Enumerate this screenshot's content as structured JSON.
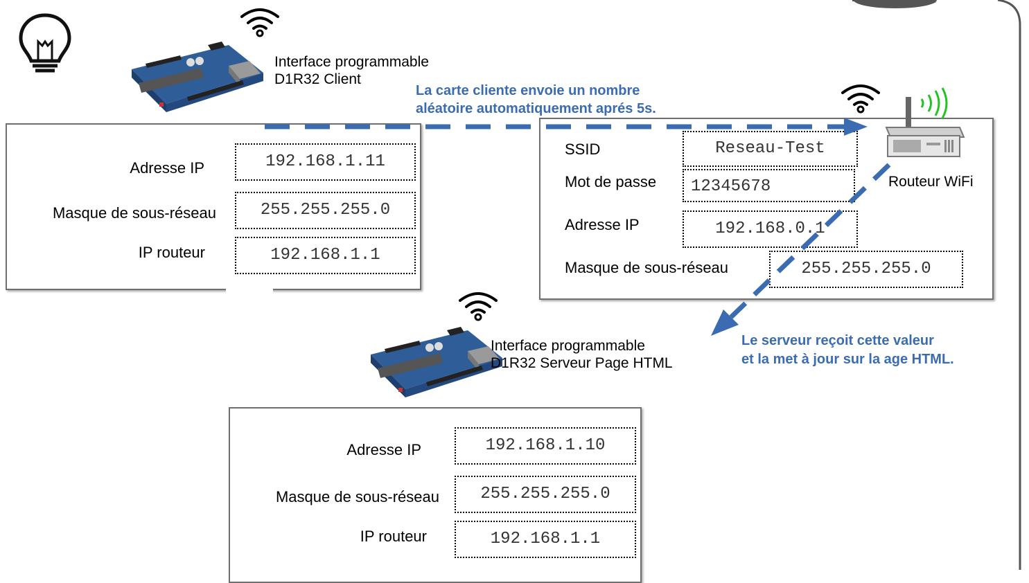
{
  "client": {
    "caption_line1": "Interface programmable",
    "caption_line2": "D1R32 Client",
    "labels": {
      "ip": "Adresse IP",
      "mask": "Masque de sous-réseau",
      "gateway": "IP routeur"
    },
    "values": {
      "ip": "192.168.1.11",
      "mask": "255.255.255.0",
      "gateway": "192.168.1.1"
    }
  },
  "router": {
    "caption": "Routeur WiFi",
    "labels": {
      "ssid": "SSID",
      "password": "Mot de passe",
      "ip": "Adresse IP",
      "mask": "Masque de sous-réseau"
    },
    "values": {
      "ssid": "Reseau-Test",
      "password": "12345678",
      "ip": "192.168.0.1",
      "mask": "255.255.255.0"
    }
  },
  "server": {
    "caption_line1": "Interface programmable",
    "caption_line2": "D1R32 Serveur Page HTML",
    "labels": {
      "ip": "Adresse IP",
      "mask": "Masque de sous-réseau",
      "gateway": "IP routeur"
    },
    "values": {
      "ip": "192.168.1.10",
      "mask": "255.255.255.0",
      "gateway": "192.168.1.1"
    }
  },
  "notes": {
    "client_line1": "La carte cliente envoie un nombre",
    "client_line2": "aléatoire automatiquement aprés 5s.",
    "server_line1": "Le serveur reçoit cette valeur",
    "server_line2": "et la met à jour sur la age HTML."
  },
  "colors": {
    "accent": "#3b6cb1",
    "board": "#2f5d97",
    "wifi_green": "#22c322"
  },
  "icons": [
    "lightbulb-icon",
    "wifi-icon",
    "board-icon",
    "router-icon",
    "signal-icon"
  ]
}
